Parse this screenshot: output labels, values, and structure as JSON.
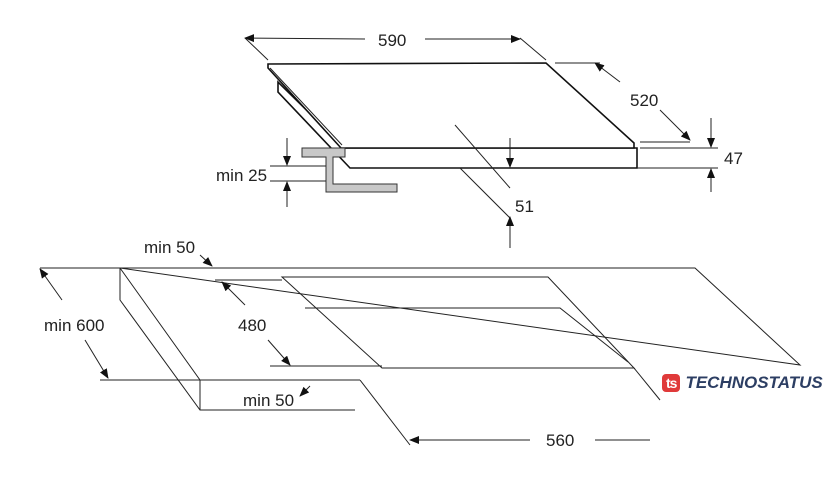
{
  "dimensions": {
    "hob_width": "590",
    "hob_depth": "520",
    "hob_height": "47",
    "recess_depth": "51",
    "min_worktop_thickness": "min 25",
    "min_back_clearance": "min 50",
    "cutout_depth": "480",
    "min_worktop_depth": "min 600",
    "min_front_clearance": "min 50",
    "cutout_width": "560"
  },
  "logo": {
    "mark": "ts",
    "name": "TECHNOSTATUS",
    "mark_color": "#e03a3a",
    "name_color": "#2c3e63"
  }
}
